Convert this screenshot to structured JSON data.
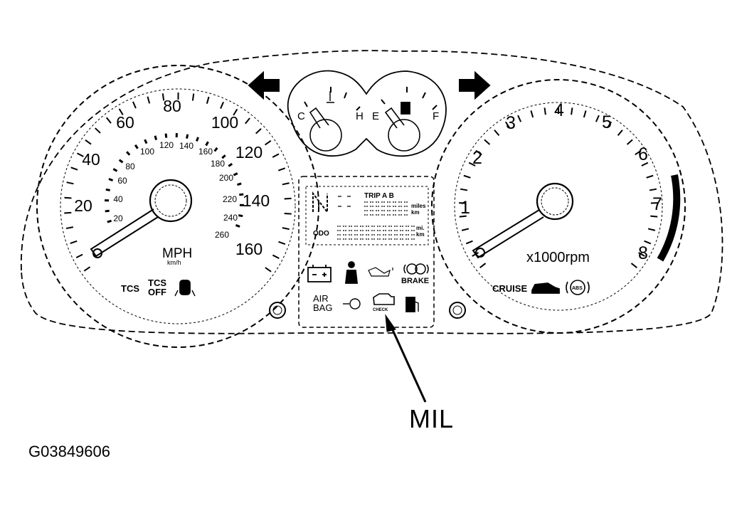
{
  "figure_code": "G03849606",
  "callout": "MIL",
  "speedometer": {
    "mph_marks": [
      "20",
      "40",
      "60",
      "80",
      "100",
      "120",
      "140",
      "160"
    ],
    "kmh_marks": [
      "20",
      "40",
      "60",
      "80",
      "100",
      "120",
      "140",
      "160",
      "180",
      "200",
      "220",
      "240",
      "260"
    ],
    "unit_main": "MPH",
    "unit_sub": "km/h",
    "tcs": "TCS",
    "tcs_off_1": "TCS",
    "tcs_off_2": "OFF"
  },
  "tachometer": {
    "marks": [
      "1",
      "2",
      "3",
      "4",
      "5",
      "6",
      "7",
      "8"
    ],
    "unit": "x1000rpm",
    "cruise": "CRUISE",
    "abs": "ABS"
  },
  "temp_gauge": {
    "cold": "C",
    "hot": "H"
  },
  "fuel_gauge": {
    "empty": "E",
    "full": "F"
  },
  "display": {
    "trip": "TRIP A B",
    "miles": "miles",
    "km": "km",
    "mi": "mi.",
    "km2": "km",
    "odo": "ODO"
  },
  "warnings": {
    "brake": "BRAKE",
    "air": "AIR",
    "bag": "BAG",
    "check": "CHECK"
  }
}
